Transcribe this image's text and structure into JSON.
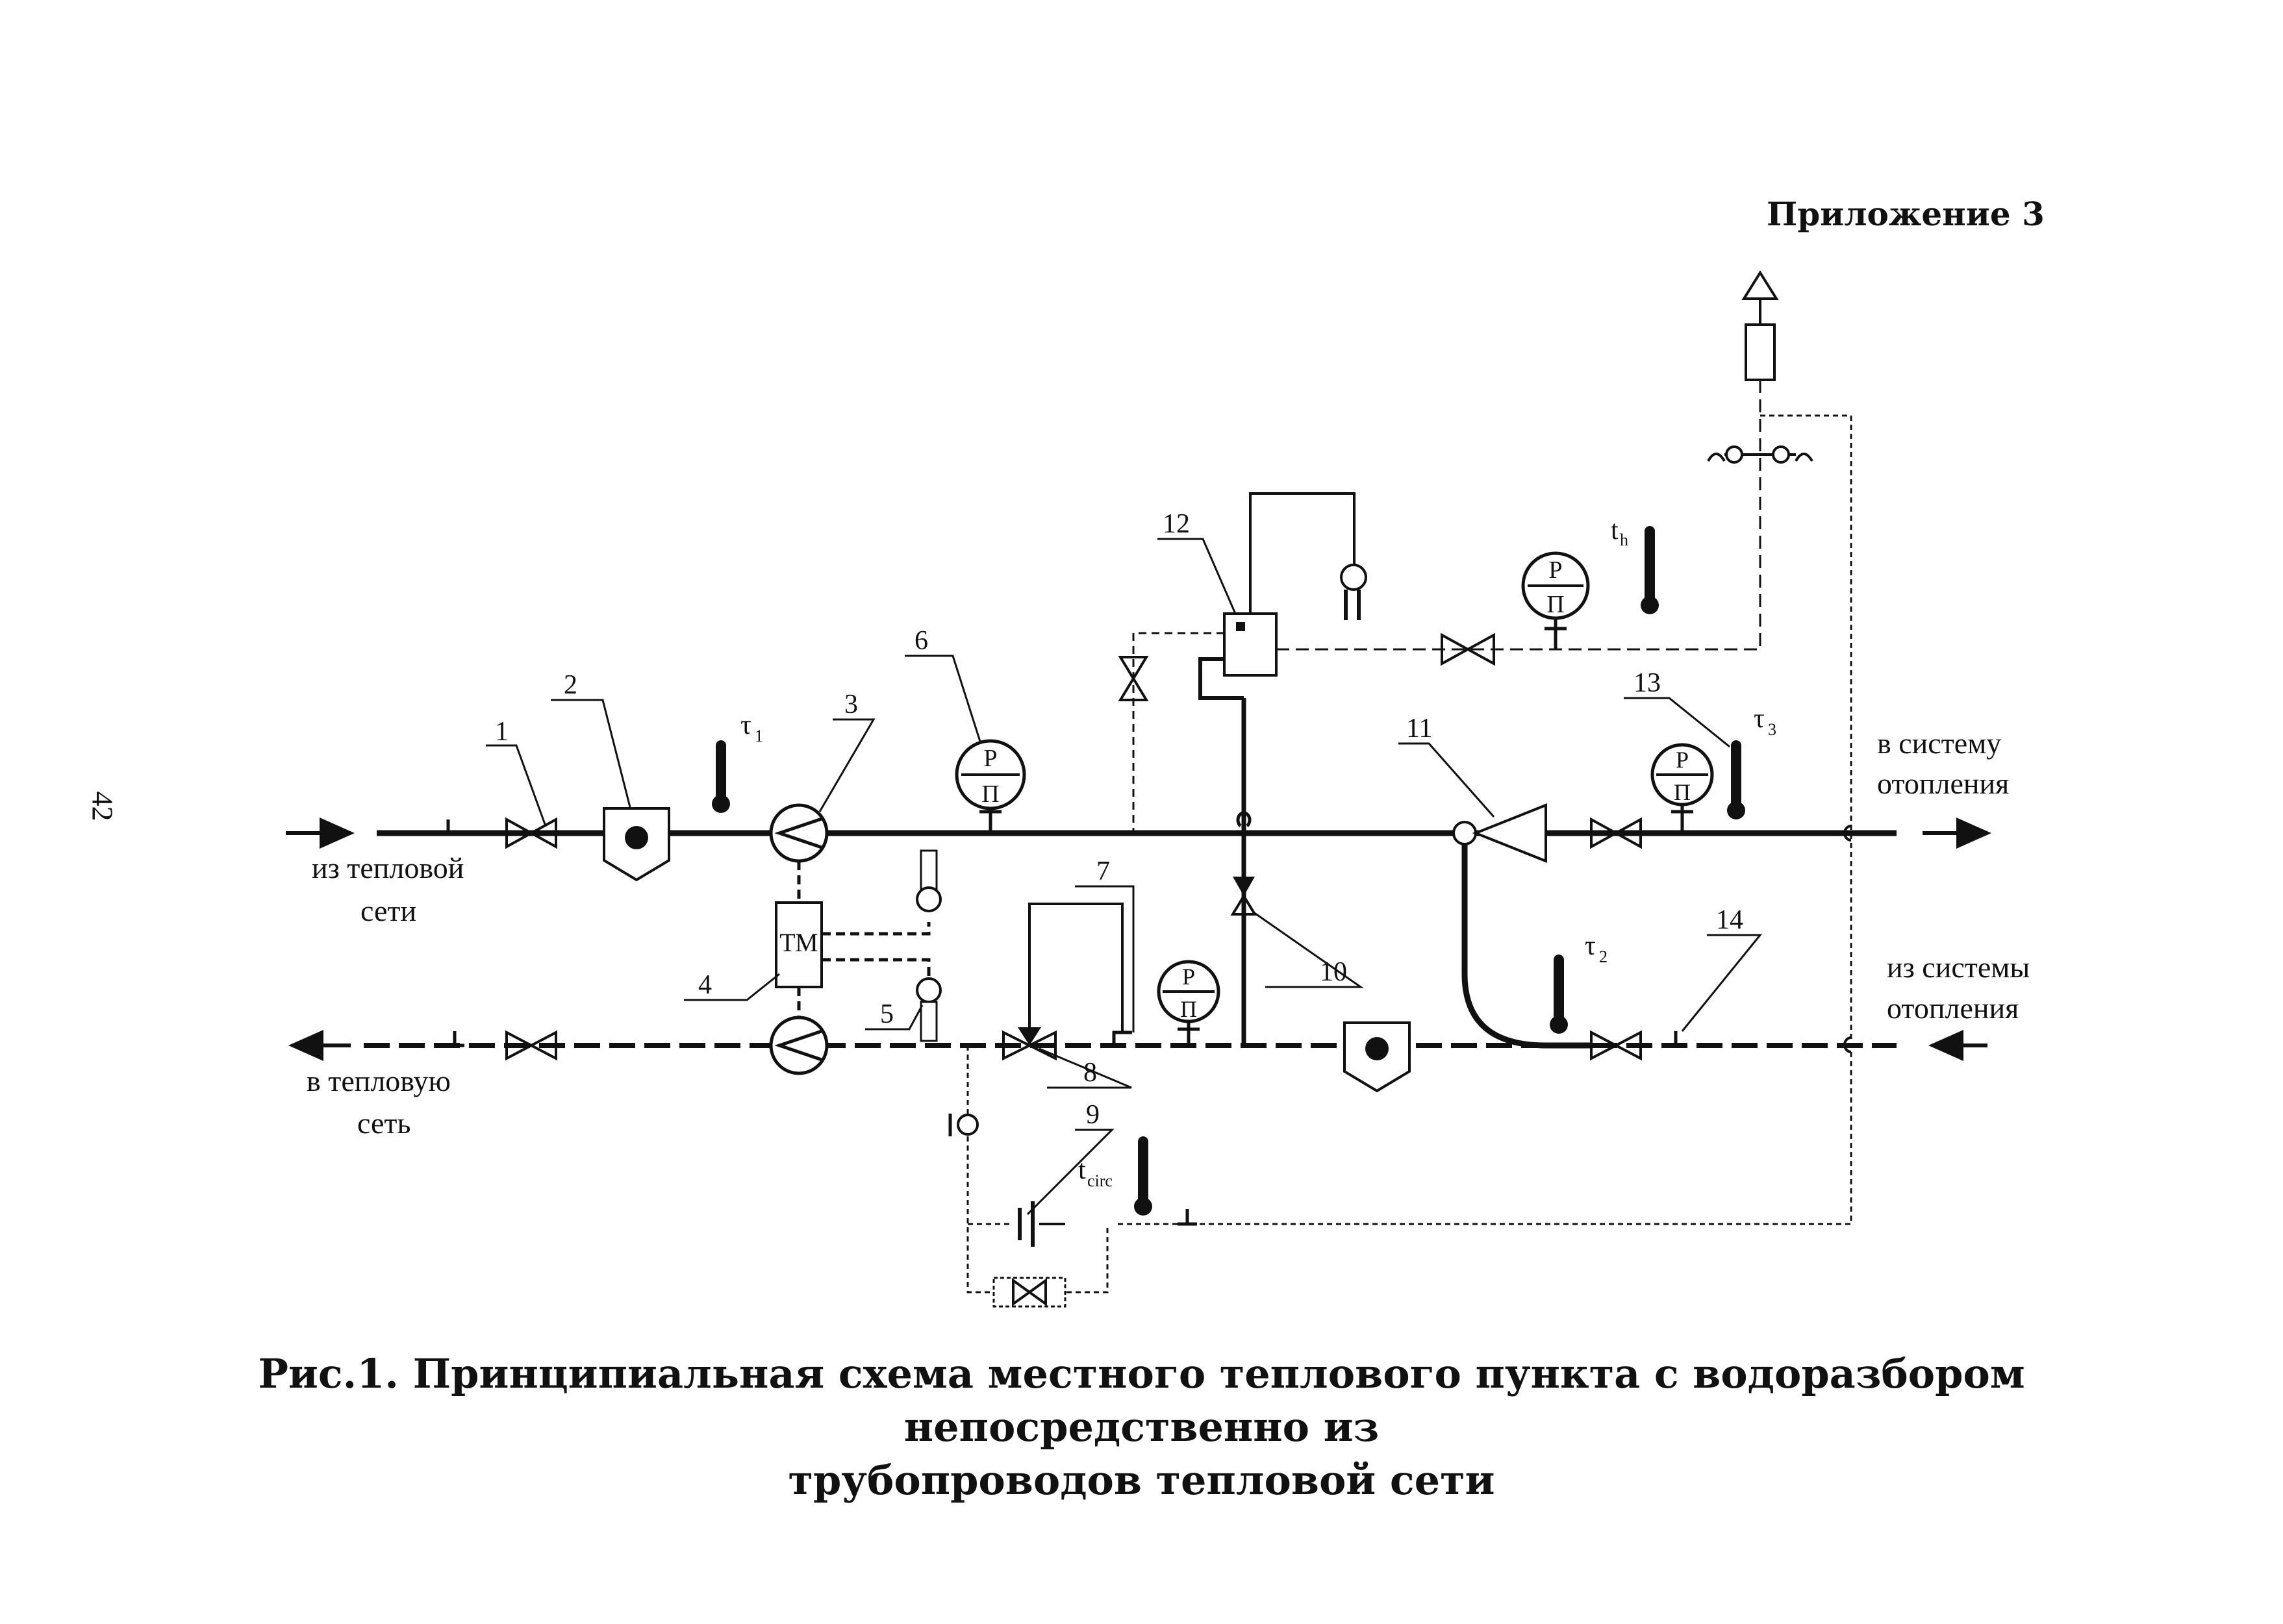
{
  "header": {
    "appendix": "Приложение 3",
    "page_number": "42"
  },
  "figure": {
    "caption_line1": "Рис.1. Принципиальная схема местного теплового пункта с водоразбором непосредственно из",
    "caption_line2": "трубопроводов тепловой сети"
  },
  "labels": {
    "from_network_1": "из тепловой",
    "from_network_2": "сети",
    "to_network_1": "в тепловую",
    "to_network_2": "сеть",
    "to_heating_1": "в систему",
    "to_heating_2": "отопления",
    "from_heating_1": "из системы",
    "from_heating_2": "отопления",
    "tm": "ТМ",
    "gauge_top": "Р",
    "gauge_bottom": "П",
    "t1": "τ",
    "t1_sub": "1",
    "t2": "τ",
    "t2_sub": "2",
    "t3": "τ",
    "t3_sub": "3",
    "th": "t",
    "th_sub": "h",
    "tcirc": "t",
    "tcirc_sub": "circ"
  },
  "callouts": [
    "1",
    "2",
    "3",
    "4",
    "5",
    "6",
    "7",
    "8",
    "9",
    "10",
    "11",
    "12",
    "13",
    "14"
  ]
}
